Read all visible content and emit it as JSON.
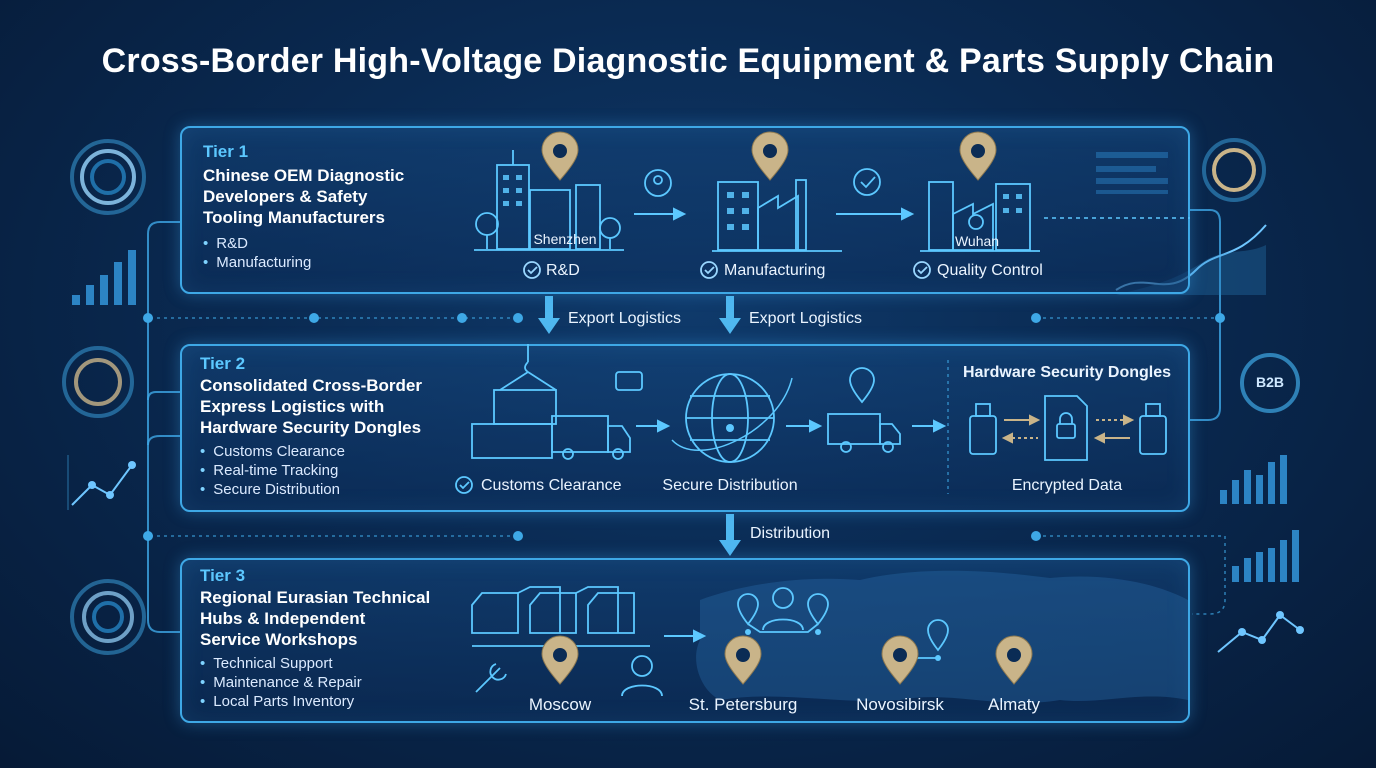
{
  "title": "Cross-Border High-Voltage Diagnostic Equipment & Parts Supply Chain",
  "colors": {
    "accent": "#3ea8e6",
    "pin": "#c9b489",
    "background": "#0a2a52"
  },
  "tier1": {
    "tier_label": "Tier 1",
    "title_lines": [
      "Chinese OEM Diagnostic",
      "Developers & Safety",
      "Tooling Manufacturers"
    ],
    "bullets": [
      "R&D",
      "Manufacturing"
    ],
    "city_1": "Shenzhen",
    "city_2": "Wuhan",
    "stages": [
      "R&D",
      "Manufacturing",
      "Quality Control"
    ]
  },
  "connectors": {
    "export_1": "Export Logistics",
    "export_2": "Export Logistics",
    "distribution": "Distribution"
  },
  "tier2": {
    "tier_label": "Tier 2",
    "title_lines": [
      "Consolidated Cross-Border",
      "Express Logistics with",
      "Hardware Security Dongles"
    ],
    "bullets": [
      "Customs Clearance",
      "Real-time Tracking",
      "Secure Distribution"
    ],
    "customs_label": "Customs Clearance",
    "distribution_label": "Secure Distribution",
    "dongle_title": "Hardware Security Dongles",
    "encrypted_label": "Encrypted Data"
  },
  "tier3": {
    "tier_label": "Tier 3",
    "title_lines": [
      "Regional Eurasian Technical",
      "Hubs & Independent",
      "Service Workshops"
    ],
    "bullets": [
      "Technical Support",
      "Maintenance & Repair",
      "Local Parts Inventory"
    ],
    "cities": [
      "Moscow",
      "St. Petersburg",
      "Novosibirsk",
      "Almaty"
    ]
  },
  "side": {
    "badge": "B2B"
  }
}
